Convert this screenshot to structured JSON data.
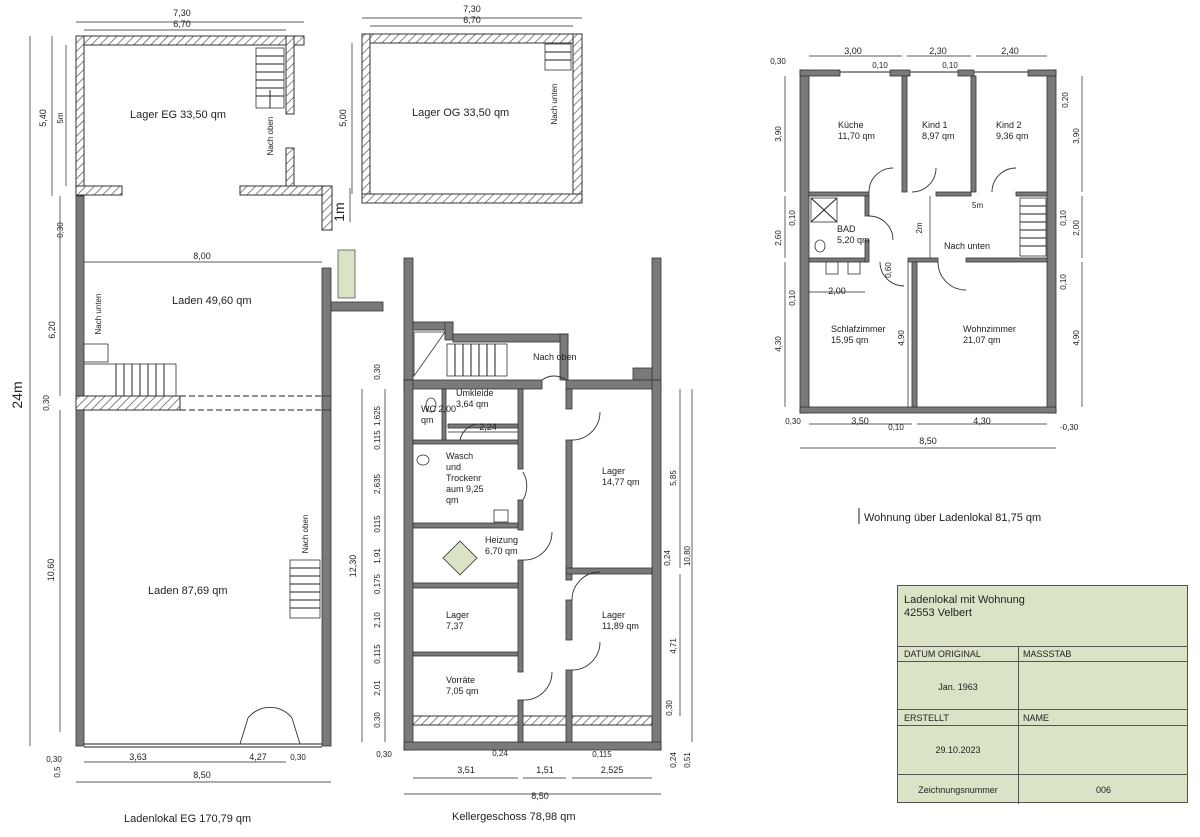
{
  "drawing": {
    "eg": {
      "caption": "Ladenlokal EG 170,79 qm",
      "rooms": [
        {
          "label": "Lager EG 33,50 qm"
        },
        {
          "label": "Laden 49,60 qm"
        },
        {
          "label": "Laden 87,69 qm"
        }
      ],
      "stair_labels": [
        "Nach oben",
        "Nach unten",
        "Nach oben"
      ],
      "dims": [
        "7,30",
        "6,70",
        "5,40",
        "5m",
        "0,30",
        "6,20",
        "0,30",
        "10,60",
        "0,5",
        "0,30",
        "8,00",
        "3,63",
        "4,27",
        "0,30",
        "8,50",
        "1m",
        "24m"
      ]
    },
    "og": {
      "rooms": [
        {
          "label": "Lager OG 33,50 qm"
        }
      ],
      "stair_labels": [
        "Nach unten"
      ],
      "dims": [
        "7,30",
        "6,70",
        "5,00"
      ]
    },
    "keller": {
      "caption": "Kellergeschoss 78,98 qm",
      "rooms": [
        {
          "name": "Umkleide",
          "area": "3,64 qm"
        },
        {
          "name": "WC 2,00",
          "area": "qm"
        },
        {
          "name": "Wasch",
          "line2": "und",
          "line3": "Trockenr",
          "line4": "aum 9,25",
          "line5": "qm"
        },
        {
          "name": "Lager",
          "area": "14,77 qm"
        },
        {
          "name": "Heizung",
          "area": "6,70 qm"
        },
        {
          "name": "Lager",
          "area": "7,37"
        },
        {
          "name": "Lager",
          "area": "11,89 qm"
        },
        {
          "name": "Vorräte",
          "area": "7,05 qm"
        }
      ],
      "stair_labels": [
        "Nach oben"
      ],
      "dims": [
        "0,30",
        "1,625",
        "0,115",
        "2,635",
        "0115",
        "1,91",
        "0,175",
        "2,10",
        "0,115",
        "2,01",
        "0,30",
        "12,30",
        "2,24",
        "5,85",
        "0,24",
        "10,80",
        "4,71",
        "0,30",
        "0,24",
        "0,51",
        "0,30",
        "0,24",
        "0,115",
        "3,51",
        "1,51",
        "2,525",
        "8,50"
      ]
    },
    "wohnung": {
      "caption": "Wohnung über Ladenlokal 81,75 qm",
      "rooms": [
        {
          "name": "Küche",
          "area": "11,70 qm"
        },
        {
          "name": "Kind 1",
          "area": "8,97 qm"
        },
        {
          "name": "Kind 2",
          "area": "9,36 qm"
        },
        {
          "name": "BAD",
          "area": "5,20 qm"
        },
        {
          "name": "Schlafzimmer",
          "area": "15,95 qm"
        },
        {
          "name": "Wohnzimmer",
          "area": "21,07 qm"
        }
      ],
      "stair_labels": [
        "Nach unten"
      ],
      "dims": [
        "0,30",
        "3,00",
        "2,30",
        "2,40",
        "0,10",
        "0,10",
        "0,20",
        "3,90",
        "3,90",
        "0,10",
        "2,60",
        "0,10",
        "2,00",
        "2m",
        "5m",
        "0,60",
        "2,00",
        "0,10",
        "0,10",
        "4,30",
        "4,90",
        "4,90",
        "0,30",
        "3,50",
        "0,10",
        "4,30",
        "-0,30",
        "8,50"
      ]
    }
  },
  "title_block": {
    "title_line1": "Ladenlokal mit Wohnung",
    "title_line2": "42553 Velbert",
    "datum_label": "DATUM ORIGINAL",
    "massstab_label": "MASSSTAB",
    "datum_value": "Jan. 1963",
    "erstellt_label": "ERSTELLT",
    "name_label": "NAME",
    "erstellt_value": "29.10.2023",
    "zeichnungsnummer_label": "Zeichnungsnummer",
    "zeichnungsnummer_value": "006"
  },
  "colors": {
    "wall": "#7a7a7a",
    "title_block_bg": "#dbe3c6",
    "chimney": "#dbe3c6"
  }
}
